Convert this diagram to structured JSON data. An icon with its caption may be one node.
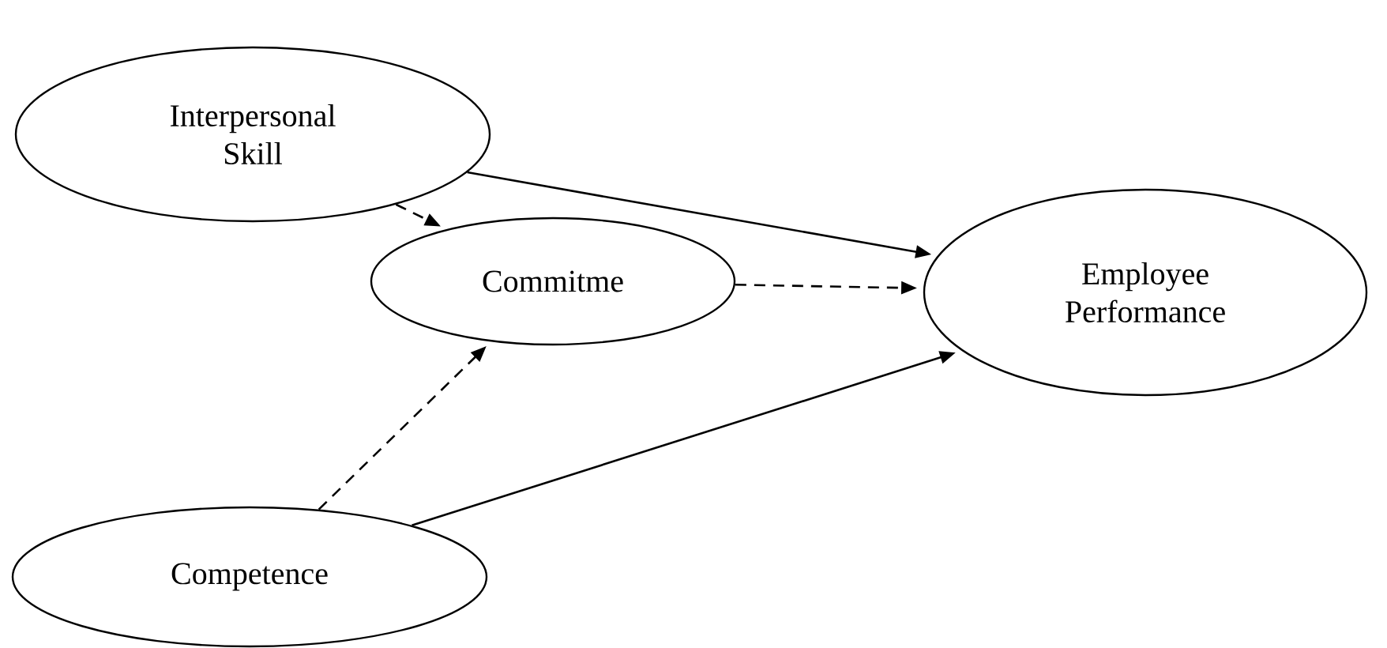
{
  "diagram": {
    "nodes": [
      {
        "text": [
          "Interpersonal Skill"
        ]
      },
      {
        "text": [
          "Commitme"
        ]
      },
      {
        "text": [
          "Employee Performance"
        ]
      },
      {
        "text": [
          "Competence"
        ]
      }
    ],
    "edges": [
      {
        "from": 0,
        "to": 2,
        "arrow": "to"
      },
      {
        "from": 0,
        "to": 1,
        "arrow": "to",
        "style": "dashed"
      },
      {
        "from": 1,
        "to": 2,
        "arrow": "to",
        "style": "dashed"
      },
      {
        "from": 3,
        "to": 1,
        "arrow": "to",
        "style": "dashed"
      },
      {
        "from": 3,
        "to": 2,
        "arrow": "to"
      }
    ]
  }
}
